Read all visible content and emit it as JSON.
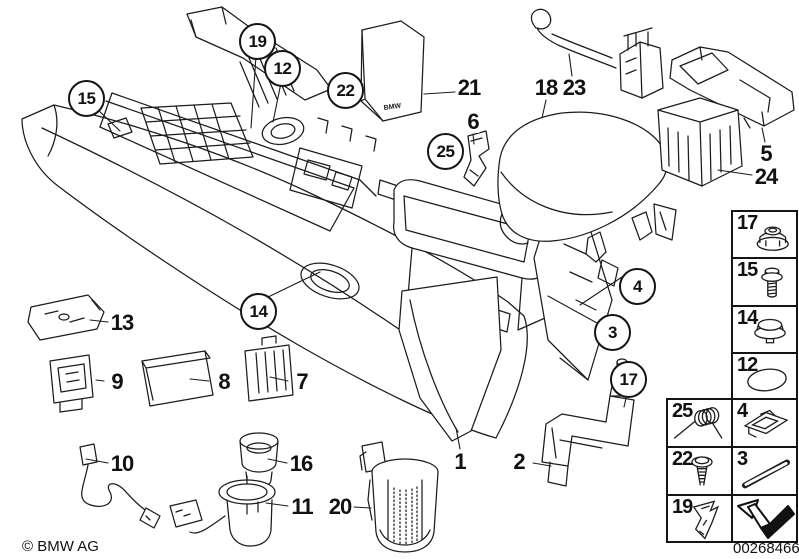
{
  "meta": {
    "copyright": "© BMW AG",
    "document_number": "00268466"
  },
  "diagram": {
    "subject": "centre-console-exploded-view",
    "pouch_text": "BMW",
    "colors": {
      "ink": "#1c1c1c",
      "background": "#ffffff"
    }
  },
  "callouts": {
    "circled": {
      "c19": {
        "label": "19"
      },
      "c12": {
        "label": "12"
      },
      "c15": {
        "label": "15"
      },
      "c22": {
        "label": "22"
      },
      "c25": {
        "label": "25"
      },
      "c14": {
        "label": "14"
      },
      "c4": {
        "label": "4"
      },
      "c3": {
        "label": "3"
      },
      "c17": {
        "label": "17"
      }
    },
    "plain": {
      "p21": {
        "label": "21"
      },
      "p18": {
        "label": "18"
      },
      "p23": {
        "label": "23"
      },
      "p6": {
        "label": "6"
      },
      "p5": {
        "label": "5"
      },
      "p24": {
        "label": "24"
      },
      "p13": {
        "label": "13"
      },
      "p9": {
        "label": "9"
      },
      "p8": {
        "label": "8"
      },
      "p7": {
        "label": "7"
      },
      "p10": {
        "label": "10"
      },
      "p16": {
        "label": "16"
      },
      "p11": {
        "label": "11"
      },
      "p20": {
        "label": "20"
      },
      "p1": {
        "label": "1"
      },
      "p2": {
        "label": "2"
      }
    }
  },
  "ref_column": {
    "items": [
      {
        "label": "17",
        "icon": "flange-nut-icon"
      },
      {
        "label": "15",
        "icon": "flange-bolt-icon"
      },
      {
        "label": "14",
        "icon": "cover-cap-icon"
      },
      {
        "label": "12",
        "icon": "oval-seal-icon"
      }
    ]
  },
  "ref_grid": {
    "cells": [
      {
        "label": "25",
        "icon": "coil-spring-icon"
      },
      {
        "label": "4",
        "icon": "clip-bracket-icon"
      },
      {
        "label": "22",
        "icon": "expanding-rivet-icon"
      },
      {
        "label": "3",
        "icon": "pin-rod-icon"
      },
      {
        "label": "19",
        "icon": "spring-clip-icon"
      },
      {
        "label": "",
        "icon": "reference-arrow-icon"
      }
    ]
  }
}
